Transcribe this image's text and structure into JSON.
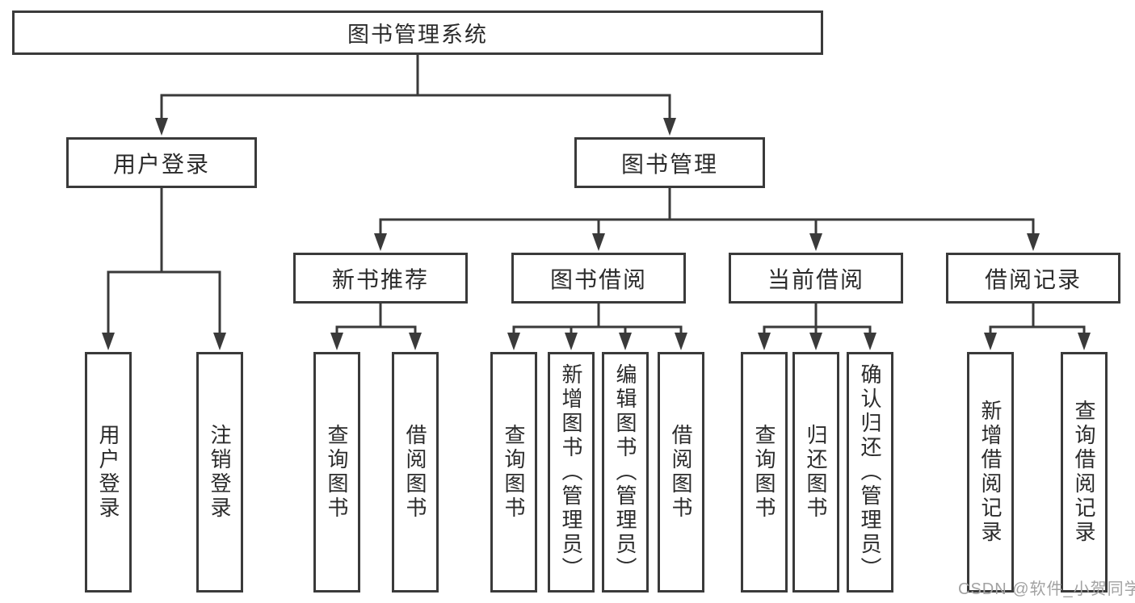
{
  "tree": {
    "label": "图书管理系统",
    "children": [
      {
        "label": "用户登录",
        "children": [
          {
            "label": "用户登录"
          },
          {
            "label": "注销登录"
          }
        ]
      },
      {
        "label": "图书管理",
        "children": [
          {
            "label": "新书推荐",
            "children": [
              {
                "label": "查询图书"
              },
              {
                "label": "借阅图书"
              }
            ]
          },
          {
            "label": "图书借阅",
            "children": [
              {
                "label": "查询图书"
              },
              {
                "label": "新增图书（管理员）"
              },
              {
                "label": "编辑图书（管理员）"
              },
              {
                "label": "借阅图书"
              }
            ]
          },
          {
            "label": "当前借阅",
            "children": [
              {
                "label": "查询图书"
              },
              {
                "label": "归还图书"
              },
              {
                "label": "确认归还（管理员）"
              }
            ]
          },
          {
            "label": "借阅记录",
            "children": [
              {
                "label": "新增借阅记录"
              },
              {
                "label": "查询借阅记录"
              }
            ]
          }
        ]
      }
    ]
  },
  "watermark": {
    "text": "CSDN @软件_小贺同学"
  },
  "colors": {
    "line": "#3a3a3a",
    "text": "#2b2b2b",
    "watermark": "#a2a2a2",
    "background": "#ffffff"
  }
}
